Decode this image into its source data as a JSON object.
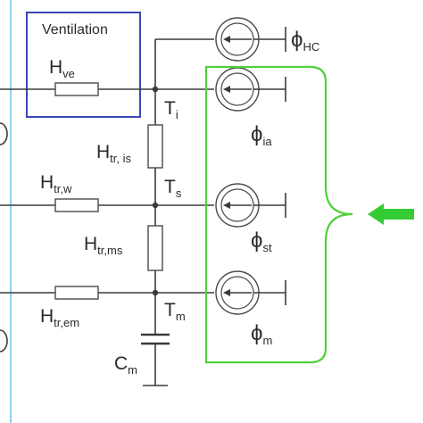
{
  "ventilation_box": {
    "title": "Ventilation"
  },
  "resistances": {
    "h_ve": {
      "main": "H",
      "sub": "ve"
    },
    "h_tr_is": {
      "main": "H",
      "sub": "tr, is"
    },
    "h_tr_w": {
      "main": "H",
      "sub": "tr,w"
    },
    "h_tr_ms": {
      "main": "H",
      "sub": "tr,ms"
    },
    "h_tr_em": {
      "main": "H",
      "sub": "tr,em"
    }
  },
  "nodes": {
    "t_i": {
      "main": "T",
      "sub": "i"
    },
    "t_s": {
      "main": "T",
      "sub": "s"
    },
    "t_m": {
      "main": "T",
      "sub": "m"
    }
  },
  "capacitor": {
    "main": "C",
    "sub": "m"
  },
  "heat_sources": {
    "phi_hc": {
      "main": "ϕ",
      "sub": "HC"
    },
    "phi_ia": {
      "main": "ϕ",
      "sub": "ia"
    },
    "phi_st": {
      "main": "ϕ",
      "sub": "st"
    },
    "phi_m": {
      "main": "ϕ",
      "sub": "m"
    }
  },
  "colors": {
    "ventilation_border": "#3b46b8",
    "gains_bracket": "#4fd13a",
    "gains_arrow": "#33cc33",
    "left_panel_border": "#8fd3ea",
    "wire": "#3a3a3a"
  }
}
